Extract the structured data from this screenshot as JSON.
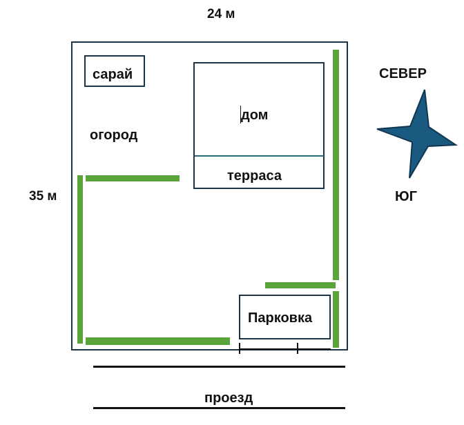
{
  "dimensions": {
    "width_label": "24 м",
    "height_label": "35 м"
  },
  "areas": {
    "shed": "сарай",
    "garden": "огород",
    "house": "дом",
    "terrace": "терраса",
    "parking": "Парковка",
    "driveway": "проезд"
  },
  "compass": {
    "north": "СЕВЕР",
    "south": "ЮГ",
    "star_color": "#1b5a80"
  },
  "colors": {
    "hedge": "#5aa43c",
    "outline": "#1b3343"
  }
}
